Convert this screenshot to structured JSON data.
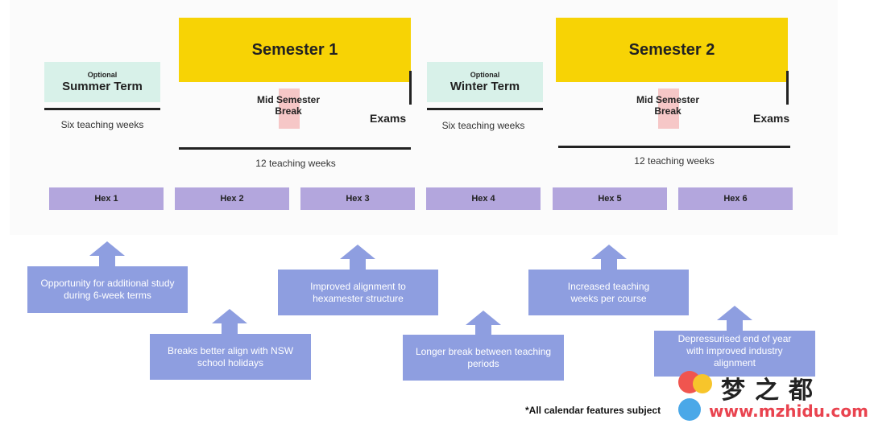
{
  "summer_term": {
    "optional": "Optional",
    "title": "Summer Term",
    "weeks": "Six teaching weeks"
  },
  "winter_term": {
    "optional": "Optional",
    "title": "Winter Term",
    "weeks": "Six teaching weeks"
  },
  "semester1": {
    "title": "Semester 1",
    "break_line1": "Mid Semester",
    "break_line2": "Break",
    "exams": "Exams",
    "weeks": "12 teaching weeks"
  },
  "semester2": {
    "title": "Semester 2",
    "break_line1": "Mid Semester",
    "break_line2": "Break",
    "exams": "Exams",
    "weeks": "12 teaching weeks"
  },
  "hexes": [
    "Hex 1",
    "Hex 2",
    "Hex 3",
    "Hex 4",
    "Hex 5",
    "Hex 6"
  ],
  "benefits": [
    {
      "line1": "Opportunity for additional study",
      "line2": "during 6-week terms"
    },
    {
      "line1": "Breaks better align with NSW",
      "line2": "school holidays"
    },
    {
      "line1": "Improved alignment to",
      "line2": "hexamester structure"
    },
    {
      "line1": "Longer break between teaching",
      "line2": "periods"
    },
    {
      "line1": "Increased teaching",
      "line2": "weeks per course"
    },
    {
      "line1": "Depressurised end of year",
      "line2": "with improved industry",
      "line3": "alignment"
    }
  ],
  "footnote": "*All calendar features subject",
  "watermark": {
    "chinese": "梦之都",
    "url": "www.mzhidu.com"
  },
  "colors": {
    "semester": "#f7d305",
    "term": "#d8f1e9",
    "hex": "#b3a6dd",
    "benefit": "#8e9ee0",
    "break": "#f6c7c7"
  }
}
